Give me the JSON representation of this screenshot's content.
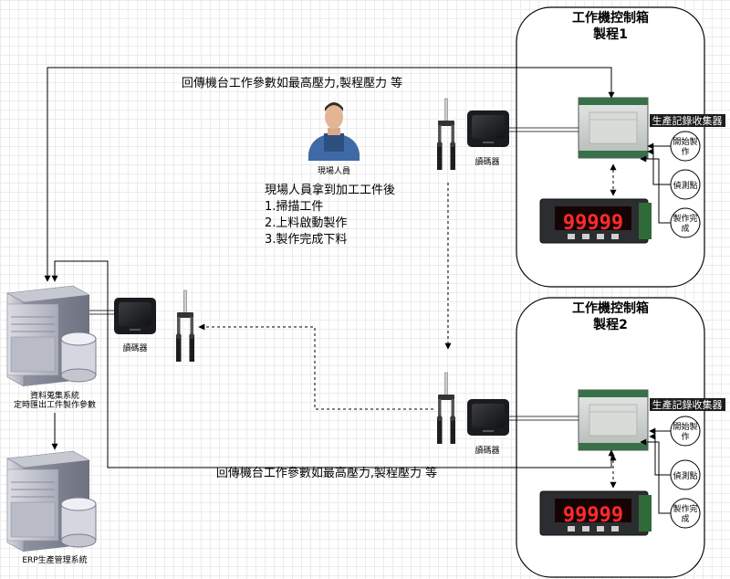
{
  "process1": {
    "title_line1": "工作機控制箱",
    "title_line2": "製程1",
    "collector_label": "生產記錄收集器",
    "start_button": "開始製作",
    "measure_button": "偵測點",
    "finish_button": "製作完成",
    "display_value": "99999",
    "scanner_label": "讀碼器"
  },
  "process2": {
    "title_line1": "工作機控制箱",
    "title_line2": "製程2",
    "collector_label": "生產記錄收集器",
    "start_button": "開始製作",
    "measure_button": "偵測點",
    "finish_button": "製作完成",
    "display_value": "99999",
    "scanner_label": "讀碼器"
  },
  "operator": {
    "label": "現場人員",
    "steps_title": "現場人員拿到加工工件後",
    "steps": [
      "1.掃描工件",
      "2.上料啟動製作",
      "3.製作完成下料"
    ]
  },
  "feedback_top": "回傳機台工作參數如最高壓力,製程壓力 等",
  "feedback_bottom": "回傳機台工作參數如最高壓力,製程壓力 等",
  "server": {
    "label_line1": "資料蒐集系統",
    "label_line2": "定時匯出工件製作參數",
    "scanner_label": "讀碼器"
  },
  "erp": {
    "label": "ERP生產管理系統"
  }
}
